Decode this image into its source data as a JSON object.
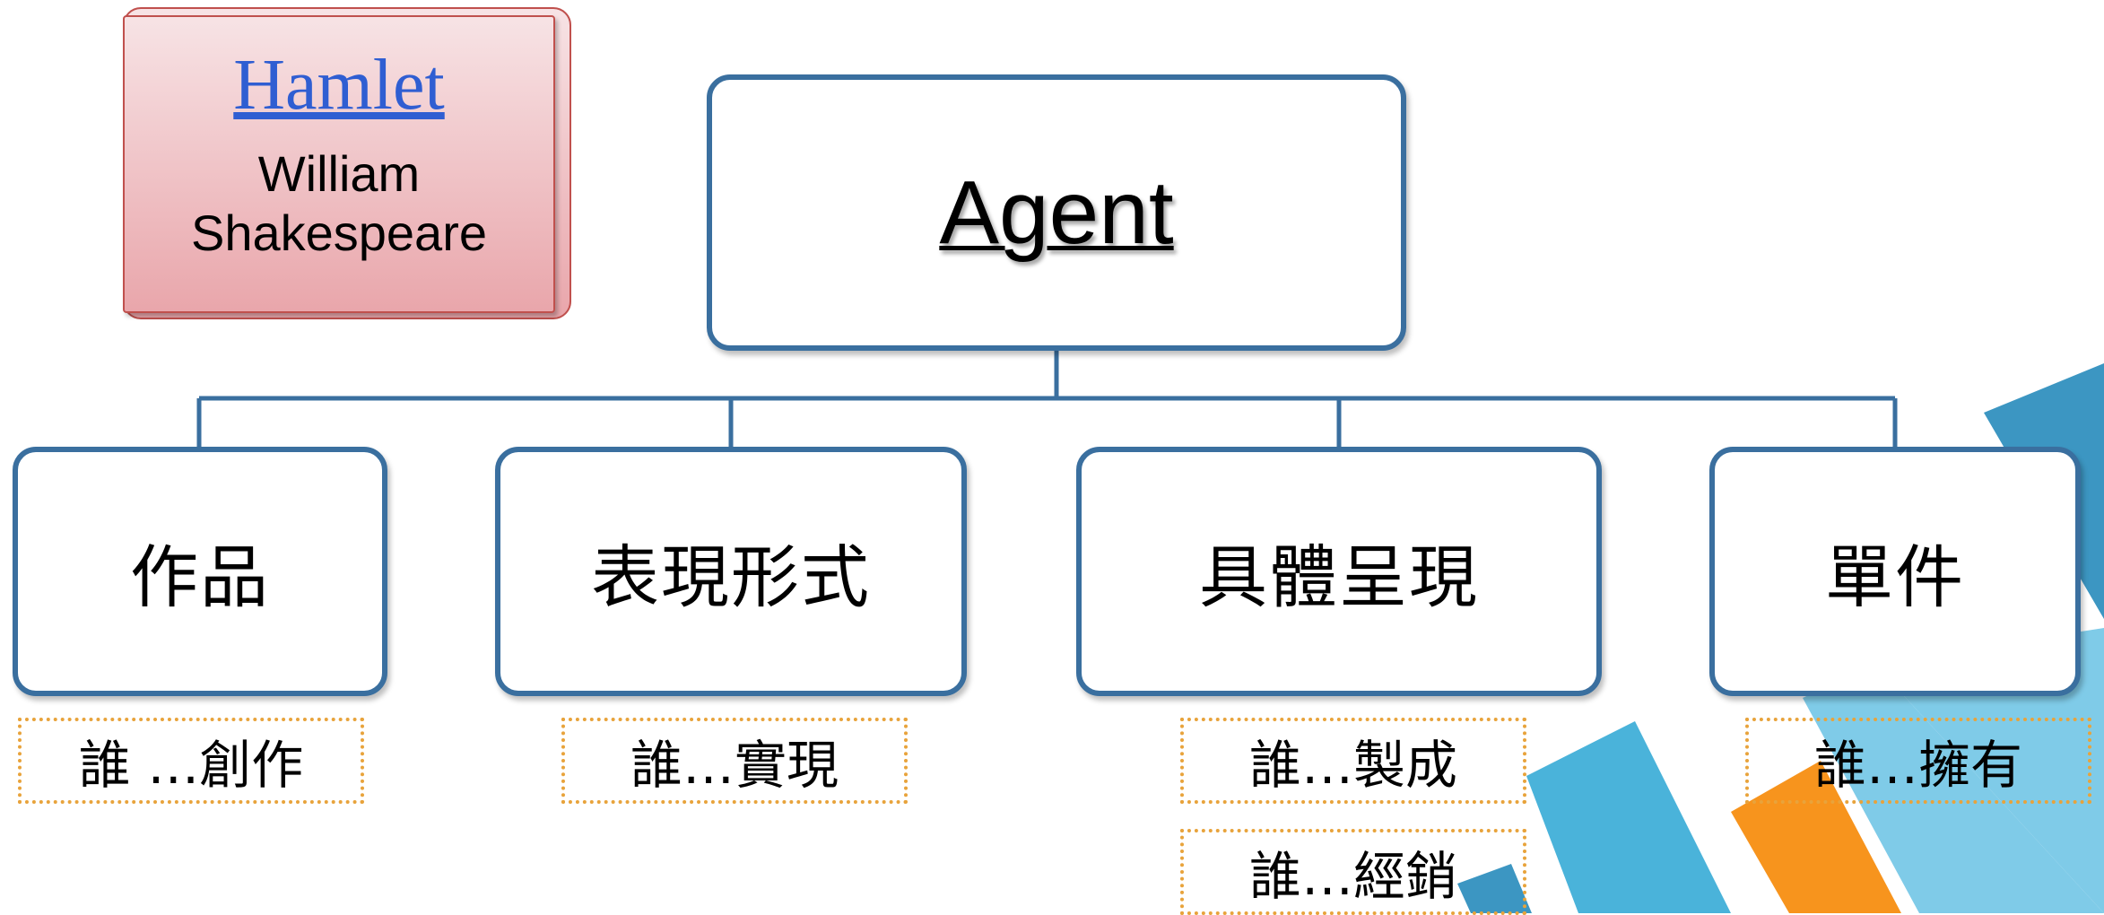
{
  "card": {
    "title": "Hamlet",
    "author_line1": "William",
    "author_line2": "Shakespeare"
  },
  "root": {
    "label": "Agent"
  },
  "entities": [
    {
      "label": "作品"
    },
    {
      "label": "表現形式"
    },
    {
      "label": "具體呈現"
    },
    {
      "label": "單件"
    }
  ],
  "roles": {
    "work": "誰 …創作",
    "expression": "誰…實現",
    "manifestation_made": "誰…製成",
    "manifestation_distributed": "誰…經銷",
    "item": "誰…擁有"
  },
  "colors": {
    "box_border": "#3a6f9f",
    "connector": "#3a6f9f",
    "role_border": "#e8a33b",
    "card_fill": "#f2c7ca",
    "card_border": "#c0504d",
    "title_link": "#2f5ed2",
    "deco_blue": "#4ab3da",
    "deco_dark_blue": "#3c96c2",
    "deco_light_blue": "#7fcbe8",
    "deco_orange": "#f7941d"
  }
}
